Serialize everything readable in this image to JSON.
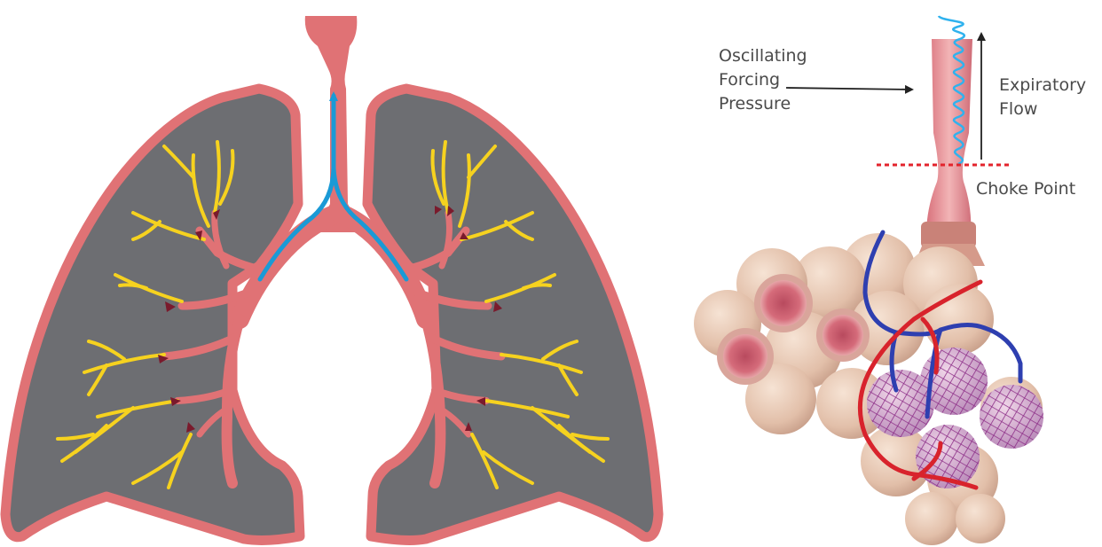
{
  "labels": {
    "oscillating_line1": "Oscillating",
    "oscillating_line2": "Forcing",
    "oscillating_line3": "Pressure",
    "expiratory_line1": "Expiratory",
    "expiratory_line2": "Flow",
    "choke_point": "Choke Point"
  },
  "colors": {
    "lung_outline": "#e07275",
    "lung_fill": "#6d6e72",
    "bronchi": "#e07275",
    "bronchiole_gradient_start": "#f6d21f",
    "bronchiole_gradient_end": "#e07275",
    "airflow_arrow": "#1a9ad6",
    "bronchiole_tip_arrow": "#7a1a2c",
    "oscillation_wave": "#2fb2ee",
    "choke_line": "#e3232c",
    "alveoli": "#e9cbb6",
    "alveolus_opening": "#d46b78",
    "vein": "#2e3fb0",
    "artery": "#d8232c",
    "capillary_net": "#9b3a8e",
    "label_text": "#4a4a4a"
  },
  "icons": [
    "lungs-icon",
    "alveoli-icon",
    "airway-tube-icon"
  ]
}
